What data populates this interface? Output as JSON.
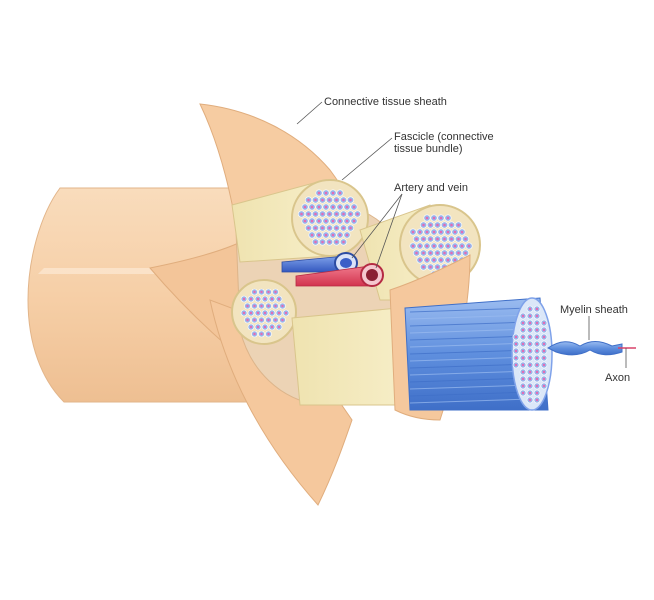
{
  "diagram": {
    "labels": {
      "connective_sheath": "Connective tissue sheath",
      "fascicle_line1": "Fascicle (connective",
      "fascicle_line2": "tissue bundle)",
      "artery_vein": "Artery and vein",
      "myelin": "Myelin sheath",
      "axon": "Axon"
    },
    "colors": {
      "sheath": "#f7d3ad",
      "sheath_shadow": "#e7b98d",
      "sheath_light": "#fbe4cb",
      "fascicle_body": "#f3e9b9",
      "fascicle_circle": "#dbe7f8",
      "fiber_cell": "#9ab6ea",
      "fiber_core": "#e26bb5",
      "myelin": "#5f8fde",
      "myelin_light": "#9bbcf0",
      "artery": "#e2465e",
      "vein": "#3a5fc7",
      "axon": "#d9426a"
    }
  }
}
